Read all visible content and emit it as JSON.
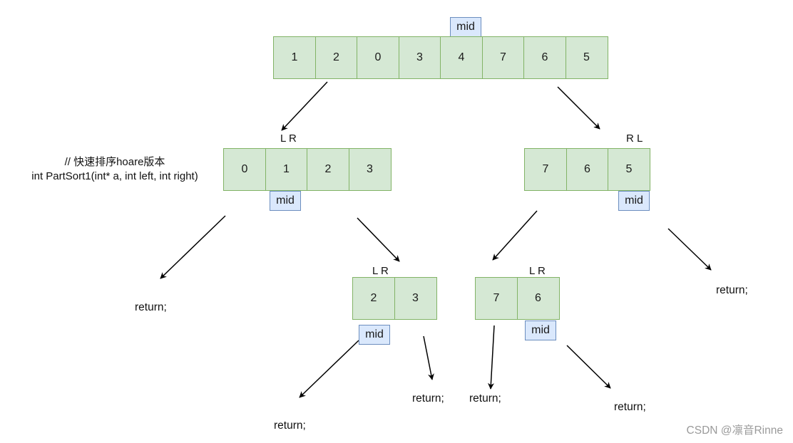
{
  "root": {
    "cells": [
      "1",
      "2",
      "0",
      "3",
      "4",
      "7",
      "6",
      "5"
    ],
    "marker": "mid"
  },
  "left": {
    "cells": [
      "0",
      "1",
      "2",
      "3"
    ],
    "marker": "mid",
    "pointers": "L  R"
  },
  "right": {
    "cells": [
      "7",
      "6",
      "5"
    ],
    "marker": "mid",
    "pointers": "R  L"
  },
  "left_right": {
    "cells": [
      "2",
      "3"
    ],
    "marker": "mid",
    "pointers": "L R"
  },
  "right_left": {
    "cells": [
      "7",
      "6"
    ],
    "marker": "mid",
    "pointers": "L  R"
  },
  "function_comment": "// 快速排序hoare版本",
  "function_signature": "int PartSort1(int* a, int left, int right)",
  "return_label": "return;",
  "watermark": "CSDN @凛音Rinne",
  "colors": {
    "cell_fill": "#d5e8d4",
    "cell_border": "#82b366",
    "mid_fill": "#dae8fc",
    "mid_border": "#6c8ebf",
    "arrow": "#000000"
  }
}
